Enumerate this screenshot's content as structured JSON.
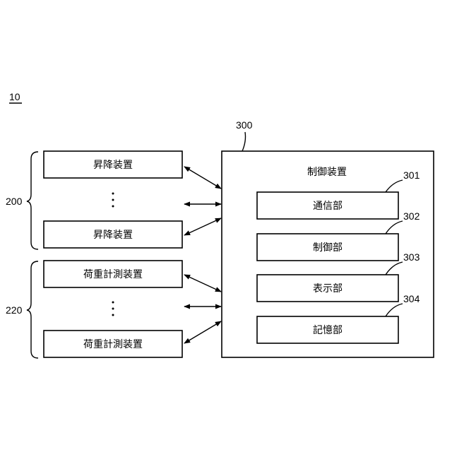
{
  "figure_number": "10",
  "left_group_1": {
    "ref": "200",
    "top_box": "昇降装置",
    "bottom_box": "昇降装置"
  },
  "left_group_2": {
    "ref": "220",
    "top_box": "荷重計測装置",
    "bottom_box": "荷重計測装置"
  },
  "controller": {
    "ref": "300",
    "title": "制御装置",
    "units": [
      {
        "ref": "301",
        "label": "通信部"
      },
      {
        "ref": "302",
        "label": "制御部"
      },
      {
        "ref": "303",
        "label": "表示部"
      },
      {
        "ref": "304",
        "label": "記憶部"
      }
    ]
  }
}
